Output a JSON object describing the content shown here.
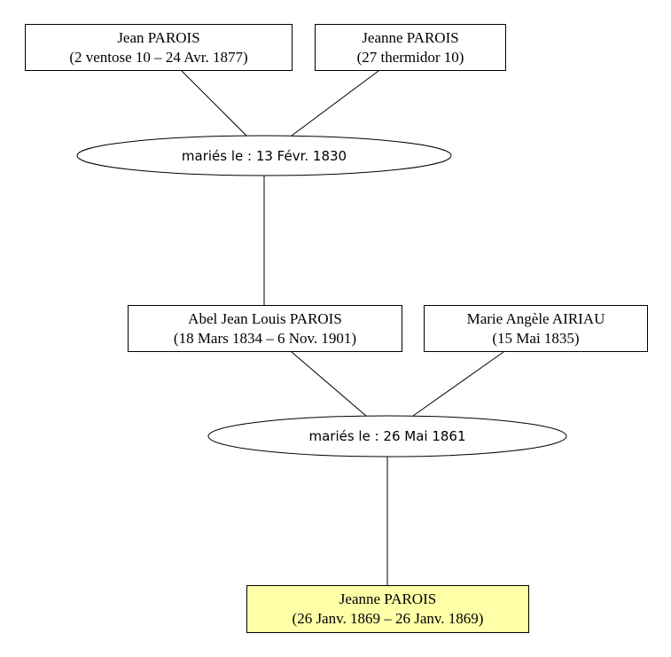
{
  "people": {
    "p1": {
      "name": "Jean PAROIS",
      "dates": "(2 ventose 10 – 24 Avr. 1877)"
    },
    "p2": {
      "name": "Jeanne PAROIS",
      "dates": "(27 thermidor 10)"
    },
    "p3": {
      "name": "Abel Jean Louis PAROIS",
      "dates": "(18 Mars 1834 – 6 Nov. 1901)"
    },
    "p4": {
      "name": "Marie Angèle AIRIAU",
      "dates": "(15 Mai 1835)"
    },
    "p5": {
      "name": "Jeanne PAROIS",
      "dates": "(26 Janv. 1869 – 26 Janv. 1869)"
    }
  },
  "unions": {
    "u1": {
      "label": "mariés le : 13 Févr. 1830"
    },
    "u2": {
      "label": "mariés le : 26 Mai 1861"
    }
  },
  "colors": {
    "highlight_fill": "#ffffa8",
    "line": "#000000"
  }
}
